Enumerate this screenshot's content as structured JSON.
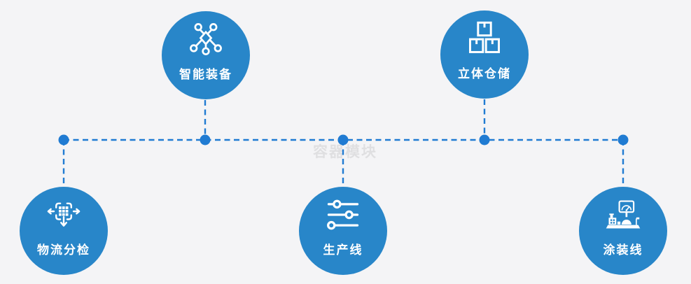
{
  "watermark": "容器模块",
  "colors": {
    "node_circle": "#2886C9",
    "connector_line": "#207BD2",
    "junction_dot": "#207BD2",
    "background": "#F4F4F6",
    "watermark_text": "#DCDCDE",
    "label_text": "#FFFFFF",
    "icon_stroke": "#FFFFFF"
  },
  "nodes": [
    {
      "id": "smart-equipment",
      "label": "智能装备",
      "icon": "network-nodes-icon",
      "row": "top"
    },
    {
      "id": "stereo-warehouse",
      "label": "立体仓储",
      "icon": "stacked-boxes-icon",
      "row": "top"
    },
    {
      "id": "logistics-sorting",
      "label": "物流分检",
      "icon": "sorting-distribution-icon",
      "row": "bottom"
    },
    {
      "id": "production-line",
      "label": "生产线",
      "icon": "sliders-icon",
      "row": "bottom"
    },
    {
      "id": "coating-line",
      "label": "涂装线",
      "icon": "machine-monitor-icon",
      "row": "bottom"
    }
  ]
}
